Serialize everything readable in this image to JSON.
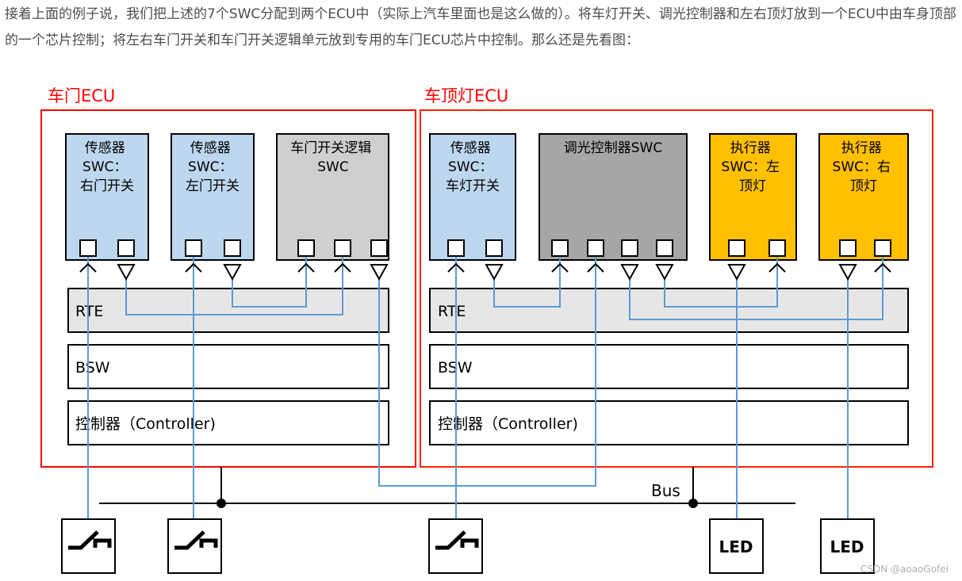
{
  "intro": "接着上面的例子说，我们把上述的7个SWC分配到两个ECU中（实际上汽车里面也是这么做的）。将车灯开关、调光控制器和左右顶灯放到一个ECU中由车身顶部的一个芯片控制；将左右车门开关和车门开关逻辑单元放到专用的车门ECU芯片中控制。那么还是先看图：",
  "ecus": [
    {
      "title": "车门ECU",
      "swcs": [
        {
          "lines": [
            "传感器",
            "SWC：",
            "右门开关"
          ],
          "color": "#bdd7ee"
        },
        {
          "lines": [
            "传感器",
            "SWC：",
            "左门开关"
          ],
          "color": "#bdd7ee"
        },
        {
          "lines": [
            "车门开关逻辑",
            "SWC"
          ],
          "color": "#d0cece"
        }
      ],
      "layers": [
        "RTE",
        "BSW",
        "控制器（Controller)"
      ]
    },
    {
      "title": "车顶灯ECU",
      "swcs": [
        {
          "lines": [
            "传感器",
            "SWC：",
            "车灯开关"
          ],
          "color": "#bdd7ee"
        },
        {
          "lines": [
            "调光控制器SWC"
          ],
          "color": "#a6a6a6"
        },
        {
          "lines": [
            "执行器",
            "SWC：左",
            "顶灯"
          ],
          "color": "#ffc000"
        },
        {
          "lines": [
            "执行器",
            "SWC：右",
            "顶灯"
          ],
          "color": "#ffc000"
        }
      ],
      "layers": [
        "RTE",
        "BSW",
        "控制器（Controller)"
      ]
    }
  ],
  "bus_label": "Bus",
  "devices": [
    {
      "type": "switch-icon"
    },
    {
      "type": "switch-icon"
    },
    {
      "type": "switch-icon"
    },
    {
      "label": "LED"
    },
    {
      "label": "LED"
    }
  ],
  "watermark": "CSDN @aoaoGofei",
  "colors": {
    "ecu_border": "#ff0000",
    "ecu_title": "#ff0000",
    "connector": "#5b9bd5",
    "layer_rte": "#e7e6e6"
  }
}
